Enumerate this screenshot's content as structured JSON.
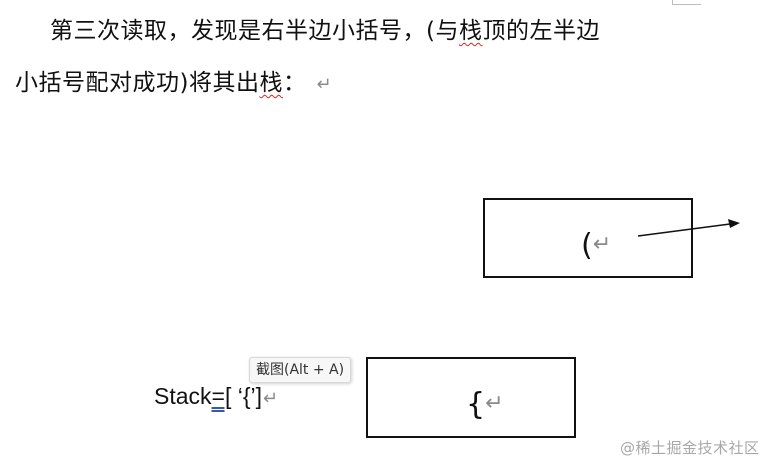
{
  "document": {
    "paragraph1": {
      "line1_before": "第三次读取，发现是右半边小括号，(与",
      "line1_squiggle": "栈",
      "line1_after": "顶的左半边",
      "line2_before": "小括号配对成功)将其出",
      "line2_squiggle": "栈",
      "line2_after": "：",
      "paragraph_mark": "↵"
    },
    "diagram": {
      "box_top": {
        "content": "(",
        "paragraph_mark": "↵"
      },
      "box_bottom": {
        "content": "{",
        "paragraph_mark": "↵"
      },
      "arrow": {
        "direction": "right",
        "color": "#111111"
      }
    },
    "stack_line": {
      "prefix": "Stack",
      "underlined": "=[",
      "rest": " ‘{’]",
      "paragraph_mark": "↵"
    }
  },
  "tooltip": {
    "text": "截图(Alt + A)"
  },
  "watermark": {
    "text": "@稀土掘金技术社区"
  }
}
